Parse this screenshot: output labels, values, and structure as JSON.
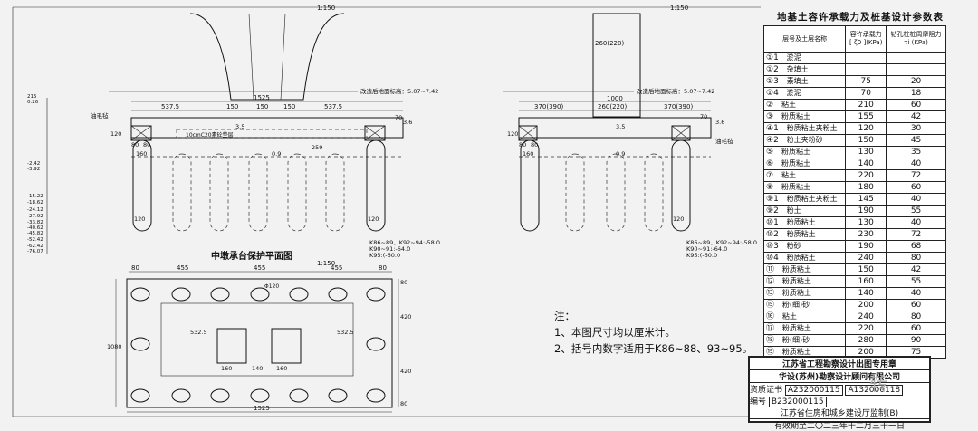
{
  "scale_top_left": "1:150",
  "scale_top_right": "1:150",
  "scale_plan": "1:150",
  "plan_title": "中墩承台保护平面图",
  "left_elevation": {
    "width_total": "1525",
    "dims_top": [
      "537.5",
      "150",
      "150",
      "150",
      "537.5"
    ],
    "ground_label": "改造后地面标高：5.07~7.42",
    "anti_collision_left": "油毛毡",
    "cushion_label": "10cmC20素砼垫层",
    "depth_label": "259",
    "pile_dim_80_a": "80",
    "pile_dim_80_b": "80",
    "pile_dim_160": "160",
    "pile_dim_120": "120",
    "slope_09": "0.9",
    "slope_36": "3.6",
    "slope_35": "3.5",
    "h70": "70",
    "h120": "120",
    "pile_bottom_left": "120",
    "pile_bottom_right": "120",
    "elev_notes": [
      "K86~89、K92~94:-58.0",
      "K90~91:-64.0",
      "K95:(-60.0"
    ],
    "side_levels": [
      "215",
      "0.26",
      "-2.42",
      "-3.92",
      "-15.22",
      "-18.62",
      "-24.12",
      "-27.92",
      "-33.82",
      "-40.62",
      "-45.82",
      "-52.42",
      "-62.42",
      "-76.07"
    ]
  },
  "right_elevation": {
    "width_total": "1000",
    "dims_top": [
      "370(390)",
      "260(220)",
      "370(390)"
    ],
    "column_width": "260(220)",
    "ground_label": "改造后地面标高：5.07~7.42",
    "anti_collision": "油毛毡",
    "slope_36": "3.6",
    "slope_35": "3.5",
    "slope_09": "0.9",
    "h70": "70",
    "h120": "120",
    "pile_dim_80_a": "80",
    "pile_dim_80_b": "80",
    "pile_dim_160": "160",
    "pile_bottom": "120",
    "elev_notes": [
      "K86~89、K92~94:-58.0",
      "K90~91:-64.0",
      "K95:(-60.0"
    ]
  },
  "plan": {
    "dims_top": [
      "80",
      "455",
      "455",
      "455",
      "80"
    ],
    "dims_right": [
      "80",
      "420",
      "420",
      "80"
    ],
    "left_dim": "1080",
    "width_total": "1525",
    "inner_dims": [
      "532.5",
      "532.5"
    ],
    "bottom_inner": [
      "160",
      "140",
      "160"
    ],
    "pile_label": "Φ120"
  },
  "table": {
    "title": "地基土容许承载力及桩基设计参数表",
    "header_col1": "层号及土层名称",
    "header_col2a": "容许承载力",
    "header_col2b": "[ ζ0 ](KPa)",
    "header_col3a": "钻孔桩桩周摩阻力",
    "header_col3b": "τi (KPa)",
    "rows": [
      {
        "no": "①1",
        "name": "淤泥",
        "a": "",
        "t": ""
      },
      {
        "no": "①2",
        "name": "杂填土",
        "a": "",
        "t": ""
      },
      {
        "no": "①3",
        "name": "素填土",
        "a": "75",
        "t": "20"
      },
      {
        "no": "①4",
        "name": "淤泥",
        "a": "70",
        "t": "18"
      },
      {
        "no": "②",
        "name": "粘土",
        "a": "210",
        "t": "60"
      },
      {
        "no": "③",
        "name": "粉质粘土",
        "a": "155",
        "t": "42"
      },
      {
        "no": "④1",
        "name": "粉质粘土夹粉土",
        "a": "120",
        "t": "30"
      },
      {
        "no": "④2",
        "name": "粉土夹粉砂",
        "a": "150",
        "t": "45"
      },
      {
        "no": "⑤",
        "name": "粉质粘土",
        "a": "130",
        "t": "35"
      },
      {
        "no": "⑥",
        "name": "粉质粘土",
        "a": "140",
        "t": "40"
      },
      {
        "no": "⑦",
        "name": "粘土",
        "a": "220",
        "t": "72"
      },
      {
        "no": "⑧",
        "name": "粉质粘土",
        "a": "180",
        "t": "60"
      },
      {
        "no": "⑨1",
        "name": "粉质粘土夹粉土",
        "a": "145",
        "t": "40"
      },
      {
        "no": "⑨2",
        "name": "粉土",
        "a": "190",
        "t": "55"
      },
      {
        "no": "⑩1",
        "name": "粉质粘土",
        "a": "130",
        "t": "40"
      },
      {
        "no": "⑩2",
        "name": "粉质粘土",
        "a": "230",
        "t": "72"
      },
      {
        "no": "⑩3",
        "name": "粉砂",
        "a": "190",
        "t": "68"
      },
      {
        "no": "⑩4",
        "name": "粉质粘土",
        "a": "240",
        "t": "80"
      },
      {
        "no": "⑪",
        "name": "粉质粘土",
        "a": "150",
        "t": "42"
      },
      {
        "no": "⑫",
        "name": "粉质粘土",
        "a": "160",
        "t": "55"
      },
      {
        "no": "⑬",
        "name": "粉质粘土",
        "a": "140",
        "t": "40"
      },
      {
        "no": "⑮",
        "name": "粉(细)砂",
        "a": "200",
        "t": "60"
      },
      {
        "no": "⑯",
        "name": "粘土",
        "a": "240",
        "t": "80"
      },
      {
        "no": "⑰",
        "name": "粉质粘土",
        "a": "220",
        "t": "60"
      },
      {
        "no": "⑱",
        "name": "粉(细)砂",
        "a": "280",
        "t": "90"
      },
      {
        "no": "⑲",
        "name": "粉质粘土",
        "a": "200",
        "t": "75"
      }
    ]
  },
  "notes": {
    "label": "注：",
    "items": [
      "1、本图尺寸均以厘米计。",
      "2、括号内数字适用于K86~88、93~95。"
    ]
  },
  "stamp": {
    "line1": "江苏省工程勘察设计出图专用章",
    "line2": "华设(苏州)勘察设计顾问有限公司",
    "line3a": "资质证书",
    "line3b": "A232000115",
    "line3c": "A132000118",
    "line4a": "编号",
    "line4b": "B232000115",
    "line5": "江苏省住房和城乡建设厅监制(B)",
    "line6": "有效期至二〇二三年十二月三十一日"
  },
  "watermark": "转"
}
